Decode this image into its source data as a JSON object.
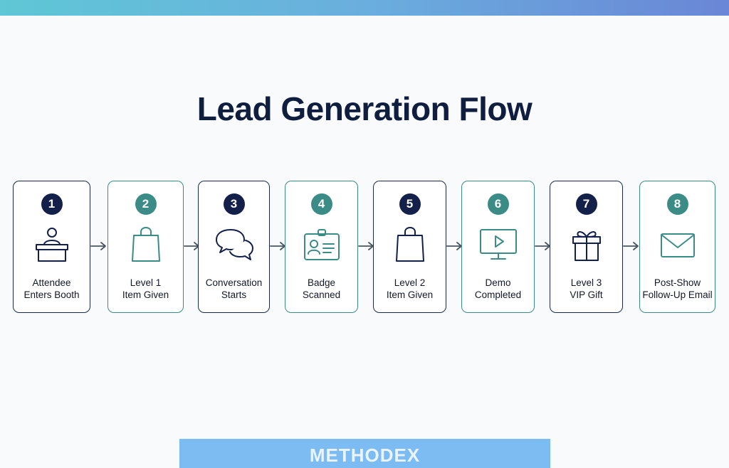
{
  "title": "Lead Generation Flow",
  "steps": [
    {
      "number": "1",
      "line1": "Attendee",
      "line2": "Enters Booth",
      "icon": "booth-desk-icon"
    },
    {
      "number": "2",
      "line1": "Level 1",
      "line2": "Item Given",
      "icon": "shopping-bag-icon"
    },
    {
      "number": "3",
      "line1": "Conversation",
      "line2": "Starts",
      "icon": "chat-bubbles-icon"
    },
    {
      "number": "4",
      "line1": "Badge",
      "line2": "Scanned",
      "icon": "id-badge-icon"
    },
    {
      "number": "5",
      "line1": "Level 2",
      "line2": "Item Given",
      "icon": "shopping-bag-icon"
    },
    {
      "number": "6",
      "line1": "Demo",
      "line2": "Completed",
      "icon": "monitor-play-icon"
    },
    {
      "number": "7",
      "line1": "Level 3",
      "line2": "VIP Gift",
      "icon": "gift-icon"
    },
    {
      "number": "8",
      "line1": "Post-Show",
      "line2": "Follow-Up Email",
      "icon": "envelope-icon"
    }
  ],
  "footer": {
    "logo": "METHODEX"
  },
  "colors": {
    "navy": "#13204a",
    "teal": "#3b8b86",
    "top_bar_start": "#5fc7d6",
    "top_bar_end": "#6a86d6",
    "footer": "#7cbcf2"
  }
}
